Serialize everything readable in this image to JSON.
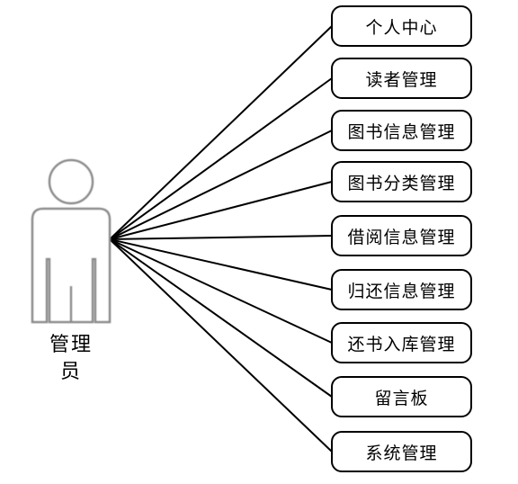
{
  "actor": {
    "label_line1": "管理",
    "label_line2": "员"
  },
  "use_cases": [
    "个人中心",
    "读者管理",
    "图书信息管理",
    "图书分类管理",
    "借阅信息管理",
    "归还信息管理",
    "还书入库管理",
    "留言板",
    "系统管理"
  ],
  "colors": {
    "line": "#000000",
    "actor_outline": "#8a8a8a",
    "box_border": "#000000"
  }
}
